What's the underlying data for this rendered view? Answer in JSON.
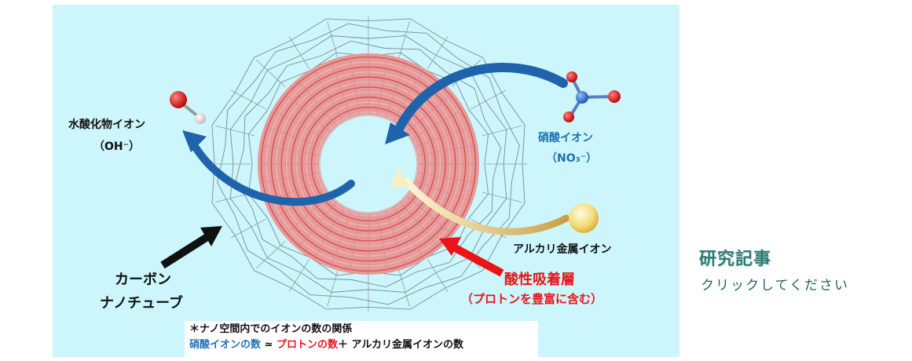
{
  "figure": {
    "oh_label": "水酸化物イオン",
    "oh_formula": "（OH⁻）",
    "no3_label": "硝酸イオン",
    "no3_formula": "（NO₃⁻）",
    "alkali_label": "アルカリ金属イオン",
    "cnt_line1": "カーボン",
    "cnt_line2": "ナノチューブ",
    "acid_line1": "酸性吸着層",
    "acid_line2": "（プロトンを豊富に含む）"
  },
  "note": {
    "title": "＊ナノ空間内でのイオンの数の関係",
    "term_nitrate": "硝酸イオンの数",
    "approx": " ≃ ",
    "term_proton": "プロトンの数",
    "plus": "＋",
    "term_alkali": " アルカリ金属イオンの数"
  },
  "link": {
    "title": "研究記事",
    "subtitle": "クリックしてください"
  },
  "colors": {
    "background": "#ccf6fb",
    "nitrate_blue": "#1f6fb5",
    "acid_red": "#e8141a",
    "link_teal": "#2f7b72",
    "alkali_gold": "#f3d56e"
  },
  "icons": [
    "water-molecule-icon",
    "nitrate-molecule-icon",
    "alkali-ion-sphere-icon"
  ]
}
